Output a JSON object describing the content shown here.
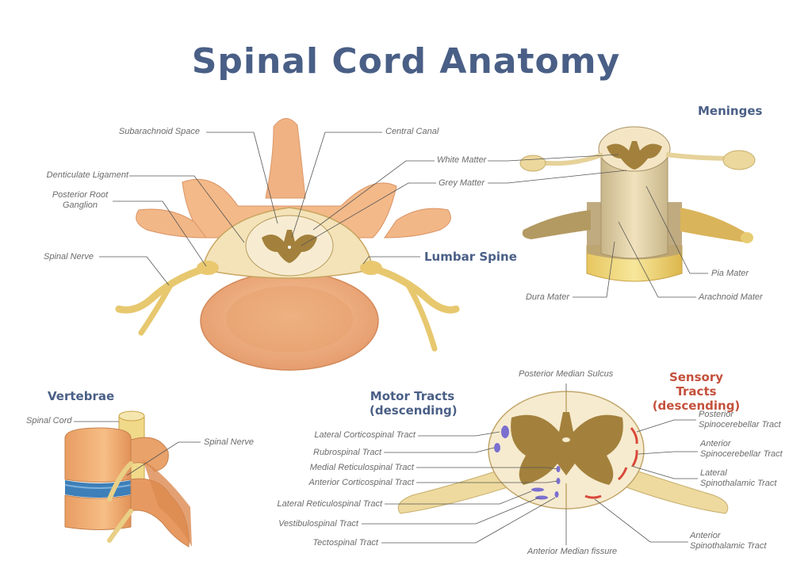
{
  "title": "Spinal Cord Anatomy",
  "sections": {
    "meninges": "Meninges",
    "lumbar": "Lumbar Spine",
    "vertebrae": "Vertebrae",
    "motor": "Motor Tracts\n(descending)",
    "sensory": "Sensory Tracts\n(descending)"
  },
  "lumbar_labels": {
    "subarachnoid": "Subarachnoid Space",
    "central_canal": "Central Canal",
    "white_matter": "White Matter",
    "denticulate": "Denticulate Ligament",
    "grey_matter": "Grey Matter",
    "posterior_root": "Posterior Root\nGanglion",
    "spinal_nerve": "Spinal Nerve"
  },
  "meninges_labels": {
    "pia": "Pia Mater",
    "dura": "Dura Mater",
    "arachnoid": "Arachnoid Mater"
  },
  "vertebrae_labels": {
    "spinal_cord": "Spinal Cord",
    "spinal_nerve": "Spinal Nerve"
  },
  "tract_labels": {
    "posterior_median_sulcus": "Posterior Median Sulcus",
    "lateral_corticospinal": "Lateral Corticospinal Tract",
    "rubrospinal": "Rubrospinal Tract",
    "medial_reticulospinal": "Medial Reticulospinal Tract",
    "anterior_corticospinal": "Anterior Corticospinal Tract",
    "lateral_reticulospinal": "Lateral Reticulospinal Tract",
    "vestibulospinal": "Vestibulospinal Tract",
    "tectospinal": "Tectospinal Tract",
    "anterior_median_fissure": "Anterior Median fissure",
    "posterior_spinocerebellar": "Posterior\nSpinocerebellar Tract",
    "anterior_spinocerebellar": "Anterior\nSpinocerebellar Tract",
    "lateral_spinothalamic": "Lateral\nSpinothalamic Tract",
    "anterior_spinothalamic": "Anterior\nSpinothalamic Tract"
  },
  "colors": {
    "title": "#4a5f86",
    "sensory": "#c4513c",
    "bone": "#f1b888",
    "bone_dark": "#d8895a",
    "white_matter": "#f5e7c8",
    "grey_matter": "#a3813c",
    "nerve": "#e9cf86",
    "dura": "#f0d97a",
    "motor_tract": "#7b6fd0",
    "sensory_tract": "#d9483a",
    "disc": "#3d7fb8"
  },
  "icons": [
    "lumbar-spine-illustration",
    "meninges-illustration",
    "vertebrae-illustration",
    "spinal-tracts-illustration"
  ]
}
